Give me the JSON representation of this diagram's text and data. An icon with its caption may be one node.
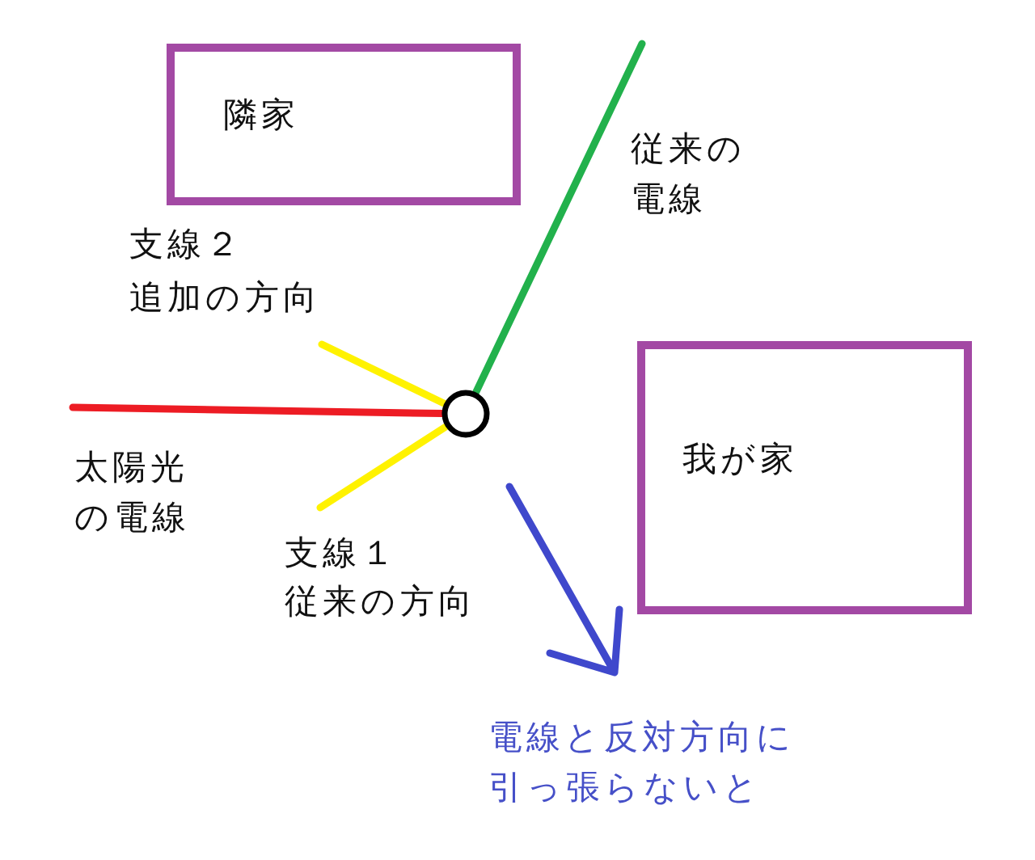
{
  "diagram": {
    "nodes": [
      {
        "text": [
          "隣家"
        ]
      },
      {
        "text": [
          "我が家"
        ]
      },
      {
        "text": [],
        "shape": "circle"
      }
    ],
    "edges": [
      {
        "from": null,
        "to": 2,
        "arrow": "none",
        "color": "#ed1c24"
      },
      {
        "from": 2,
        "to": null,
        "arrow": "none",
        "color": "#22b14c"
      },
      {
        "from": 2,
        "to": null,
        "arrow": "none",
        "color": "#fff200"
      },
      {
        "from": 2,
        "to": null,
        "arrow": "none",
        "color": "#fff200"
      }
    ],
    "labels": [
      "従来の電線",
      "支線２",
      "追加の方向",
      "太陽光の電線",
      "支線１",
      "従来の方向",
      "電線と反対方向に引っ張らないと"
    ]
  }
}
